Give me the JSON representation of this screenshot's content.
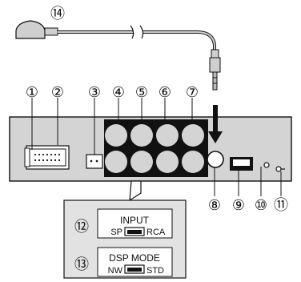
{
  "callouts": [
    "⑭",
    "①",
    "②",
    "③",
    "④",
    "⑤",
    "⑥",
    "⑦",
    "⑧",
    "⑨",
    "⑩",
    "⑪",
    "⑫",
    "⑬"
  ],
  "switches": {
    "input": {
      "title": "INPUT",
      "left": "SP",
      "right": "RCA"
    },
    "dsp_mode": {
      "title": "DSP MODE",
      "left": "NW",
      "right": "STD"
    }
  },
  "colors": {
    "line": "#111111",
    "panel": "#d4d4d4",
    "cable": "#8a8a8a",
    "white": "#ffffff"
  },
  "icons": [
    "remote-sensor-icon",
    "usb-port-icon",
    "mini-jack-icon",
    "connection-arrow-icon"
  ]
}
